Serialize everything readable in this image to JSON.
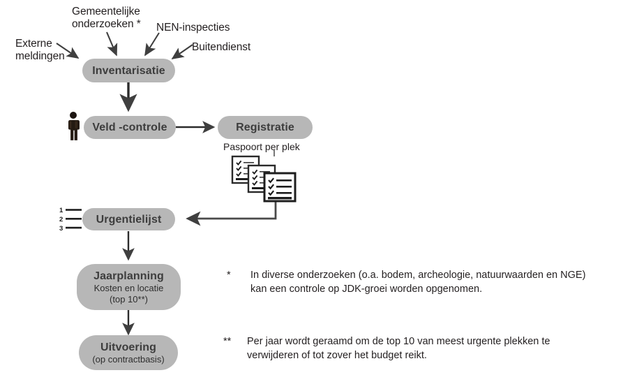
{
  "diagram": {
    "title_hidden": "JDK beheerproces stroomschema",
    "accent_node_fill": "#b7b7b7",
    "text_color": "#231f20",
    "arrow_color": "#3f3f3f",
    "sources": [
      {
        "id": "externe-meldingen",
        "label": "Externe\nmeldingen"
      },
      {
        "id": "gemeentelijke-onderzoeken",
        "label": "Gemeentelijke\nonderzoeken *"
      },
      {
        "id": "nen-inspecties",
        "label": "NEN-inspecties"
      },
      {
        "id": "buitendienst",
        "label": "Buitendienst"
      }
    ],
    "nodes": [
      {
        "id": "inventarisatie",
        "title": "Inventarisatie",
        "sub": ""
      },
      {
        "id": "veld-controle",
        "title": "Veld -controle",
        "sub": ""
      },
      {
        "id": "registratie",
        "title": "Registratie",
        "sub": ""
      },
      {
        "id": "urgentielijst",
        "title": "Urgentielijst",
        "sub": ""
      },
      {
        "id": "jaarplanning",
        "title": "Jaarplanning",
        "sub_1": "Kosten en locatie",
        "sub_2": "(top 10**)"
      },
      {
        "id": "uitvoering",
        "title": "Uitvoering",
        "sub_1": "(op contractbasis)"
      }
    ],
    "captions": [
      {
        "id": "paspoort",
        "text": "Paspoort per plek"
      }
    ],
    "icons": [
      {
        "id": "pedestrian-icon",
        "name": "person-icon"
      },
      {
        "id": "numbered-list-icon",
        "name": "numbered-list-icon",
        "items": [
          "1",
          "2",
          "3"
        ]
      },
      {
        "id": "checklist-documents-icon",
        "name": "documents-icon"
      }
    ],
    "footnotes": [
      {
        "id": "footnote-single-star",
        "mark": "*",
        "text": "In diverse onderzoeken (o.a. bodem, archeologie, natuurwaarden en NGE)\nkan een controle op JDK-groei worden opgenomen."
      },
      {
        "id": "footnote-double-star",
        "mark": "**",
        "text": "Per jaar wordt geraamd om de top 10 van meest urgente plekken te\n verwijderen of tot zover het budget reikt."
      }
    ]
  }
}
